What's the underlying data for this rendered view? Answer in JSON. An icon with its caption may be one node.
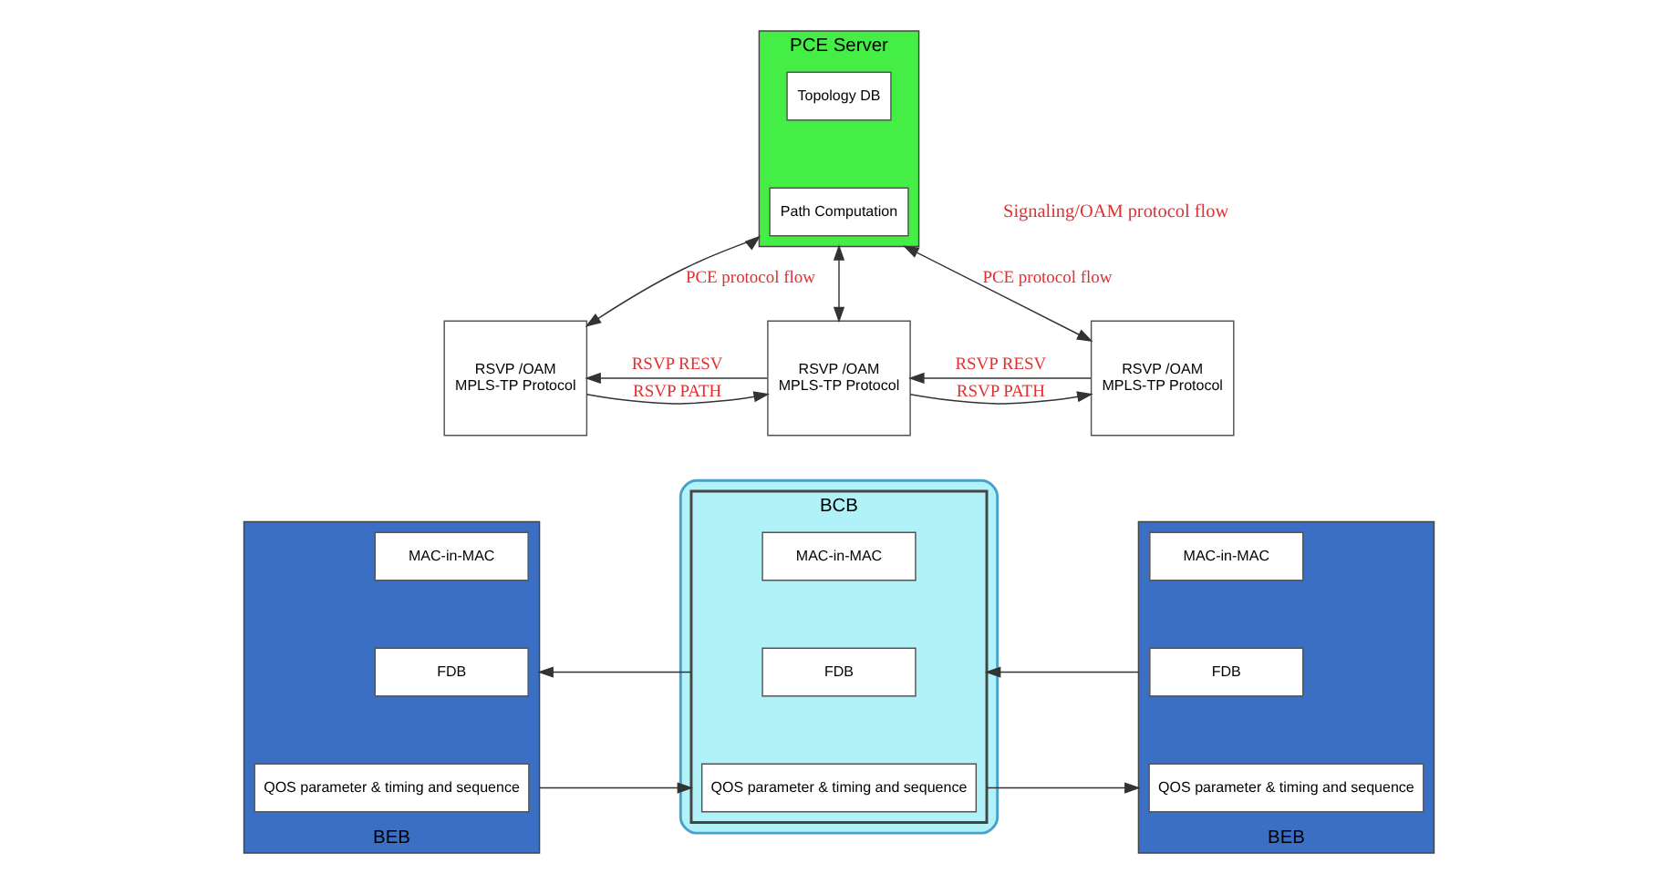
{
  "diagram": {
    "nodes": [
      {
        "text": [
          "PCE Server"
        ]
      },
      {
        "text": [
          "Topology DB"
        ],
        "in": 0
      },
      {
        "text": [
          "Path Computation"
        ],
        "in": 0
      },
      {
        "text": [
          "RSVP /OAM",
          "MPLS-TP Protocol"
        ]
      },
      {
        "text": [
          "RSVP /OAM",
          "MPLS-TP Protocol"
        ]
      },
      {
        "text": [
          "RSVP /OAM",
          "MPLS-TP Protocol"
        ]
      },
      {
        "text": [
          "BEB"
        ]
      },
      {
        "text": [
          "MAC-in-MAC"
        ],
        "in": 6
      },
      {
        "text": [
          "FDB"
        ],
        "in": 6
      },
      {
        "text": [
          "QOS parameter & timing and sequence"
        ],
        "in": 6
      },
      {
        "text": [],
        "shape": "cloud"
      },
      {
        "text": [
          "BCB"
        ],
        "in": 10
      },
      {
        "text": [
          "MAC-in-MAC"
        ],
        "in": 11
      },
      {
        "text": [
          "FDB"
        ],
        "in": 11
      },
      {
        "text": [
          "QOS parameter & timing and sequence"
        ],
        "in": 11
      },
      {
        "text": [
          "BEB"
        ]
      },
      {
        "text": [
          "MAC-in-MAC"
        ],
        "in": 15
      },
      {
        "text": [
          "FDB"
        ],
        "in": 15
      },
      {
        "text": [
          "QOS parameter & timing and sequence"
        ],
        "in": 15
      }
    ],
    "edges": [
      {
        "from": 0,
        "to": 3,
        "arrow": "both",
        "label": "PCE protocol flow"
      },
      {
        "from": 0,
        "to": 4,
        "arrow": "both"
      },
      {
        "from": 0,
        "to": 5,
        "arrow": "both",
        "label": "PCE protocol flow"
      },
      {
        "from": 3,
        "to": 4,
        "arrow": "to",
        "label": "RSVP PATH"
      },
      {
        "from": 4,
        "to": 3,
        "arrow": "to",
        "label": "RSVP RESV"
      },
      {
        "from": 4,
        "to": 5,
        "arrow": "to",
        "label": "RSVP PATH"
      },
      {
        "from": 5,
        "to": 4,
        "arrow": "to",
        "label": "RSVP RESV"
      },
      {
        "from": 6,
        "to": 11,
        "arrow": "to"
      },
      {
        "from": 11,
        "to": 6,
        "arrow": "to"
      },
      {
        "from": 11,
        "to": 15,
        "arrow": "to"
      },
      {
        "from": 15,
        "to": 11,
        "arrow": "to"
      }
    ],
    "labels": [
      "Signaling/OAM protocol flow"
    ]
  }
}
